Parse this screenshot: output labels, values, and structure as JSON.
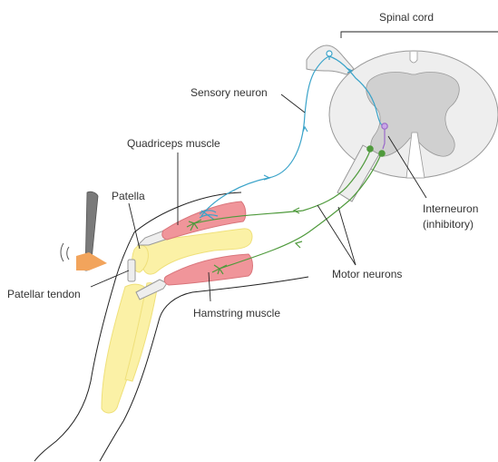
{
  "labels": {
    "spinal_cord": "Spinal cord",
    "sensory_neuron": "Sensory neuron",
    "quadriceps": "Quadriceps muscle",
    "patella": "Patella",
    "patellar_tendon": "Patellar tendon",
    "hamstring": "Hamstring muscle",
    "motor_neurons": "Motor neurons",
    "interneuron_line1": "Interneuron",
    "interneuron_line2": "(inhibitory)"
  },
  "colors": {
    "sensory": "#3aa3c9",
    "motor": "#4f9a3c",
    "interneuron": "#9a6ac9",
    "muscle": "#f0959a",
    "bone": "#fbf1a6",
    "grey_matter": "#d0d0d0",
    "white_matter": "#eeeeee",
    "hammer_head": "#f2a45c",
    "hammer_handle": "#7a7a7a"
  },
  "icons": {
    "hammer": "reflex-hammer-icon"
  }
}
